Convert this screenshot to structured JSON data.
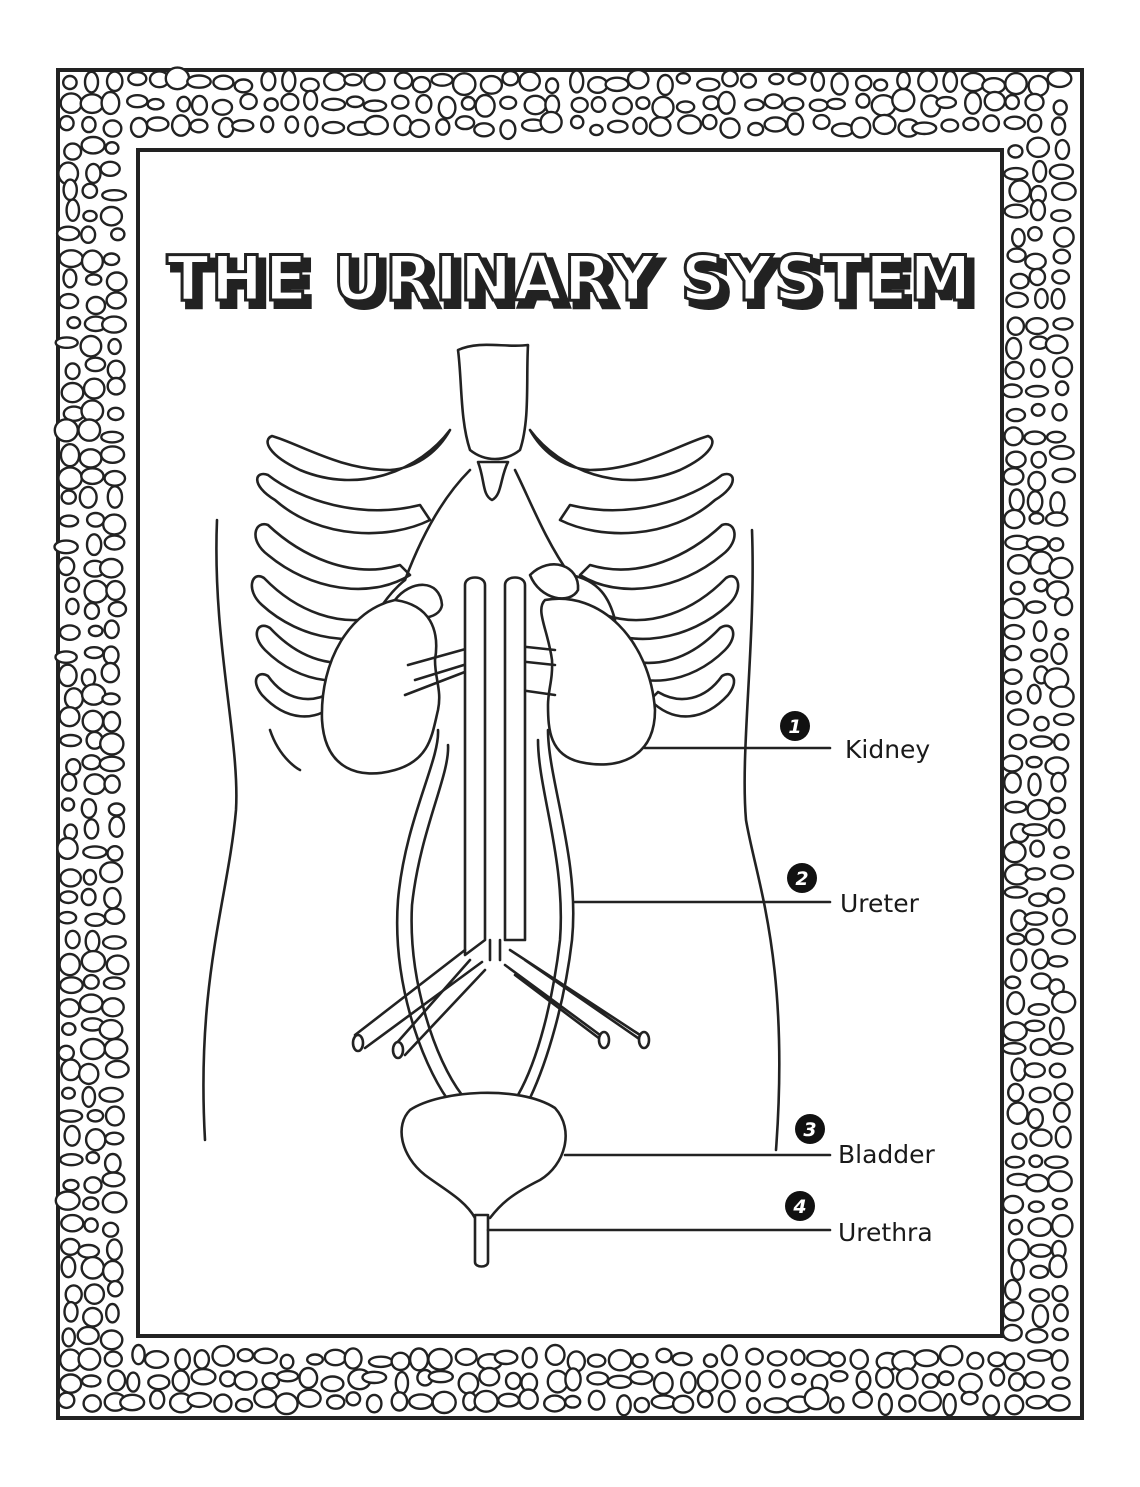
{
  "title": "THE URINARY SYSTEM",
  "colors": {
    "ink": "#222222",
    "paper": "#ffffff"
  },
  "labels": [
    {
      "number": "1",
      "text": "Kidney"
    },
    {
      "number": "2",
      "text": "Ureter"
    },
    {
      "number": "3",
      "text": "Bladder"
    },
    {
      "number": "4",
      "text": "Urethra"
    }
  ]
}
